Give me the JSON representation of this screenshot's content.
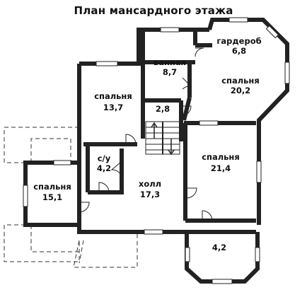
{
  "plan": {
    "title": "План мансардного этажа",
    "rooms": [
      {
        "id": "garderob",
        "name": "гардероб",
        "area": "6,8"
      },
      {
        "id": "vannaya",
        "name": "ванная",
        "area": "8,7"
      },
      {
        "id": "spalnya_20",
        "name": "спальня",
        "area": "20,2"
      },
      {
        "id": "spalnya_13",
        "name": "спальня",
        "area": "13,7"
      },
      {
        "id": "hall_small",
        "name": "",
        "area": "2,8"
      },
      {
        "id": "su",
        "name": "с/у",
        "area": "4,2"
      },
      {
        "id": "holl",
        "name": "холл",
        "area": "17,3"
      },
      {
        "id": "spalnya_21",
        "name": "спальня",
        "area": "21,4"
      },
      {
        "id": "spalnya_15",
        "name": "спальня",
        "area": "15,1"
      },
      {
        "id": "bay",
        "name": "",
        "area": "4,2"
      }
    ]
  }
}
